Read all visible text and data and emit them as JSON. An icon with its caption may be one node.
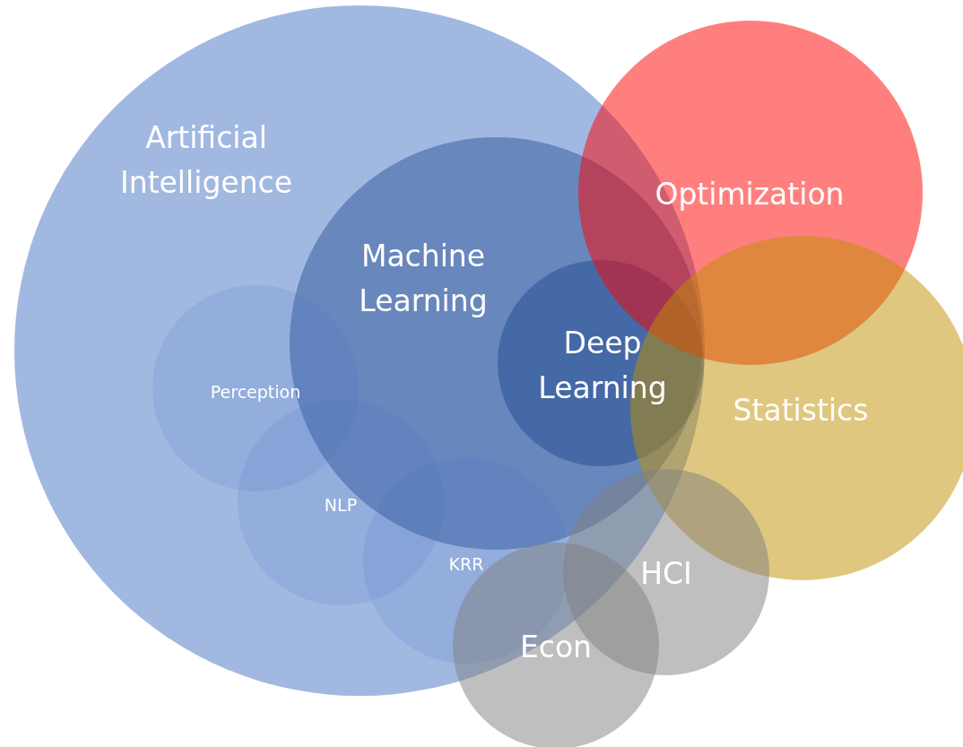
{
  "diagram": {
    "nodes": [
      {
        "text": [
          "Artificial Intelligence"
        ]
      },
      {
        "text": [
          "Optimization"
        ]
      },
      {
        "text": [
          "Statistics"
        ]
      },
      {
        "text": [
          "Machine Learning"
        ],
        "in": 0
      },
      {
        "text": [
          "Perception"
        ],
        "in": 0
      },
      {
        "text": [
          "NLP"
        ],
        "in": 0
      },
      {
        "text": [
          "KRR"
        ],
        "in": 0
      },
      {
        "text": [
          "Deep Learning"
        ],
        "in": 3
      },
      {
        "text": [
          "HCI"
        ]
      },
      {
        "text": [
          "Econ"
        ]
      }
    ]
  }
}
